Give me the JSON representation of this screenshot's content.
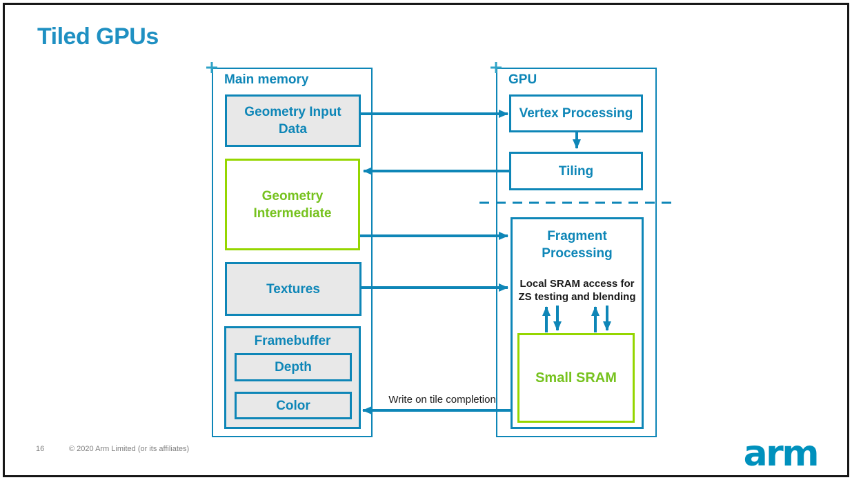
{
  "slide": {
    "title": "Tiled GPUs",
    "footer": {
      "page_number": "16",
      "copyright": "© 2020 Arm Limited (or its affiliates)"
    },
    "logo_text": "arm"
  },
  "colors": {
    "accent_blue": "#0E86B7",
    "accent_green": "#95D600",
    "box_fill_gray": "#E8E8E8",
    "annotation_black": "#1A1A1A",
    "footer_gray": "#7F7F7F",
    "logo_blue": "#0091BD"
  },
  "main_memory": {
    "label": "Main memory",
    "geometry_input_lines": [
      "Geometry Input",
      "Data"
    ],
    "geometry_intermediate_lines": [
      "Geometry",
      "Intermediate"
    ],
    "textures_label": "Textures",
    "framebuffer_label": "Framebuffer",
    "depth_label": "Depth",
    "color_label": "Color"
  },
  "gpu": {
    "label": "GPU",
    "vertex_label": "Vertex Processing",
    "tiling_label": "Tiling",
    "fragment_lines": [
      "Fragment",
      "Processing"
    ],
    "sram_note_lines": [
      "Local SRAM access for",
      "ZS testing and blending"
    ],
    "small_sram_label": "Small SRAM"
  },
  "annotations": {
    "write_on_tile_completion": "Write on tile completion"
  }
}
